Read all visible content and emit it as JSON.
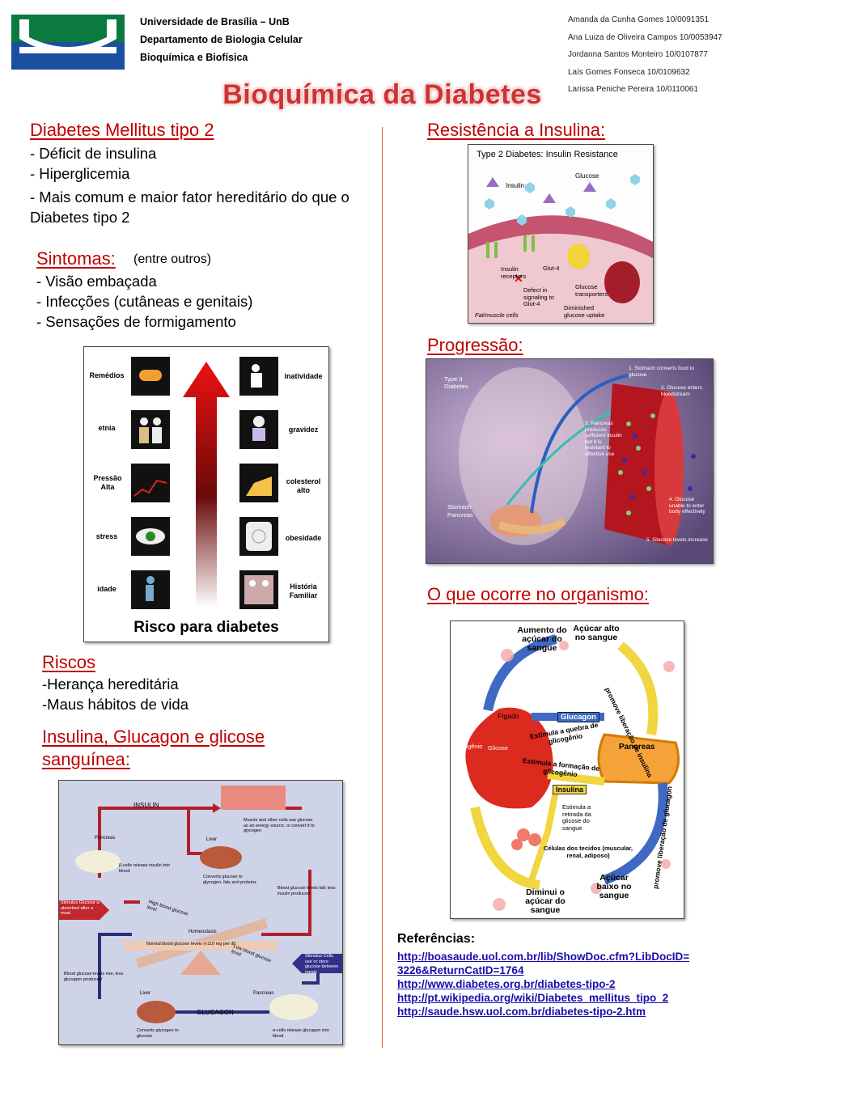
{
  "header": {
    "institution": [
      "Universidade de Brasília – UnB",
      "Departamento de Biologia Celular",
      "Bioquímica e Biofísica"
    ],
    "authors": [
      "Amanda da Cunha Gomes 10/0091351",
      "Ana Luiza de Oliveira Campos 10/0053947",
      "Jordanna Santos Monteiro 10/0107877",
      "Laís Gomes Fonseca 10/0109632",
      "Larissa Peniche Pereira 10/0110061"
    ]
  },
  "title": "Bioquímica da Diabetes",
  "colors": {
    "heading": "#c00000",
    "title": "#cc3333",
    "divider": "#d85a1e",
    "link": "#1a0dab",
    "logo": "#0b7a3e"
  },
  "left": {
    "dm2": {
      "heading": "Diabetes Mellitus tipo 2",
      "items": [
        "- Déficit de insulina",
        "- Hiperglicemia",
        "- Mais comum e maior fator hereditário do que o Diabetes tipo 2"
      ]
    },
    "sintomas": {
      "heading": "Sintomas:",
      "note": "(entre outros)",
      "items": [
        "- Visão embaçada",
        "- Infecções (cutâneas e genitais)",
        "- Sensações de formigamento"
      ]
    },
    "risk_figure": {
      "left_labels": [
        "Remédios",
        "etnia",
        "Pressão Alta",
        "stress",
        "idade"
      ],
      "right_labels": [
        "inatividade",
        "gravidez",
        "colesterol alto",
        "obesidade",
        "História Familiar"
      ],
      "caption": "Risco para diabetes"
    },
    "riscos": {
      "heading": "Riscos",
      "items": [
        "-Herança hereditária",
        "-Maus hábitos de vida"
      ]
    },
    "insulina": {
      "heading_line1": "Insulina, Glucagon e glicose",
      "heading_line2": "sanguínea:",
      "figure": {
        "insulin": "INSULIN",
        "glucagon": "GLUCAGON",
        "pancreas": "Pancreas",
        "liver": "Liver",
        "beta": "β-cells release insulin into blood",
        "muscle": "Muscle and other cells use glucose as an energy source, or convert it to glycogen",
        "liver_top": "Converts glucose to glycogen, fats and proteins",
        "fall": "Blood glucose levels fall; less insulin produced",
        "stimulus_left": "Stimulus Glucose is absorbed after a meal",
        "high": "High blood glucose level",
        "homeostasis": "Homeostasis",
        "normal": "Normal blood glucose levels (<110 mg per dl)",
        "low": "Low blood glucose level",
        "stimulus_right": "Stimulus Cells use or store glucose between meals",
        "rise": "Blood glucose levels rise; less glucagon produced",
        "alpha": "α-cells release glucagon into blood",
        "liver_bottom": "Converts glycogen to glucose"
      }
    }
  },
  "right": {
    "resistencia": {
      "heading": "Resistência a Insulina:",
      "figure": {
        "title": "Type 2 Diabetes: Insulin Resistance",
        "insulin": "Insulin",
        "glucose": "Glucose",
        "receptors": "Insulin receptors",
        "glut4": "Glut-4",
        "defect": "Defect in signaling to Glut-4",
        "transporters": "Glucose transporters",
        "uptake": "Diminished glucose uptake",
        "cells": "Fat/muscle cells"
      }
    },
    "progressao": {
      "heading": "Progressão:",
      "figure": {
        "type": "Type II Diabetes",
        "step1": "1. Stomach converts food to glucose",
        "step2": "2. Glucose enters bloodstream",
        "step3": "3. Pancreas produces sufficient insulin but it is resistant to effective use",
        "step4": "4. Glucose unable to enter body effectively",
        "step5": "5. Glucose levels increase",
        "stomach": "Stomach",
        "pancreas": "Pancreas"
      }
    },
    "organismo": {
      "heading": "O que ocorre no organismo:",
      "figure": {
        "aumento": "Aumento do açúcar do sangue",
        "alto": "Açúcar alto no sangue",
        "promove_insulina": "promove liberação de insulina",
        "figado": "Fígado",
        "glucagon": "Glucagon",
        "quebra": "Estimula a quebra de glicogênio",
        "glicogenio": "Glicogênio",
        "glicose": "Glicose",
        "pancreas": "Pancreas",
        "formacao": "Estimula a formação de glicogênio",
        "insulina": "Insulina",
        "retirada": "Estimula a retirada da glicose do sangue",
        "celulas": "Células dos tecidos (muscular, renal, adiposo)",
        "promove_glucagon": "promove liberação de glucagon",
        "baixo": "Açúcar baixo no sangue",
        "diminui": "Diminui o açúcar do sangue"
      }
    },
    "referencias": {
      "heading": "Referências:",
      "links": [
        "http://boasaude.uol.com.br/lib/ShowDoc.cfm?LibDocID=",
        "3226&ReturnCatID=1764",
        "http://www.diabetes.org.br/diabetes-tipo-2",
        "http://pt.wikipedia.org/wiki/Diabetes_mellitus_tipo_2",
        "http://saude.hsw.uol.com.br/diabetes-tipo-2.htm"
      ]
    }
  }
}
